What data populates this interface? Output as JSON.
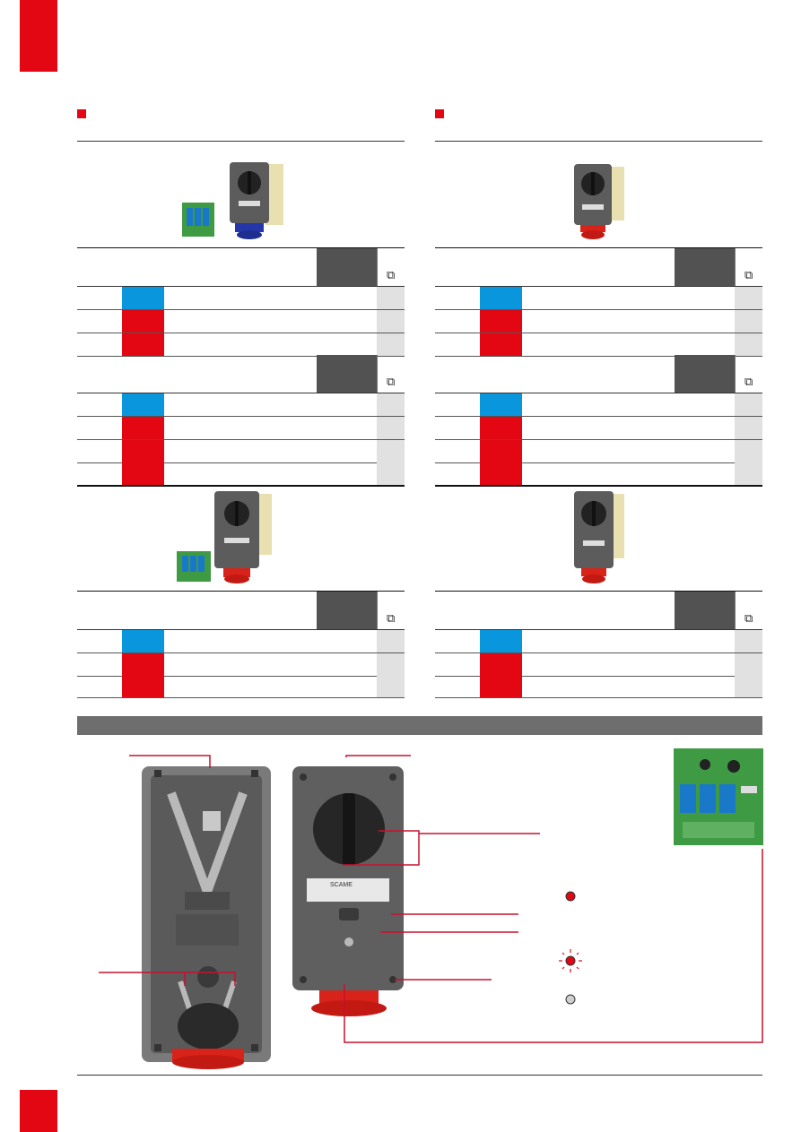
{
  "page": {
    "colors": {
      "brand_red": "#e30613",
      "socket_blue": "#0a96dc",
      "header_dark": "#525252",
      "cell_grey": "#e1e1e1",
      "band_grey": "#6e6e6e"
    }
  },
  "icons": {
    "ref_icon": "⧉",
    "indicator_red": "red-led-icon",
    "indicator_flash": "flashing-led-icon",
    "indicator_off": "grey-led-icon"
  },
  "left_column": {
    "tables": [
      {
        "rows": [
          "blue",
          "red",
          "red"
        ]
      },
      {
        "rows": [
          "blue",
          "red",
          "red",
          "red"
        ]
      },
      {
        "rows": [
          "blue",
          "red",
          "red"
        ]
      }
    ]
  },
  "right_column": {
    "tables": [
      {
        "rows": [
          "blue",
          "red",
          "red"
        ]
      },
      {
        "rows": [
          "blue",
          "red",
          "red",
          "red"
        ]
      },
      {
        "rows": [
          "blue",
          "red",
          "red"
        ]
      }
    ]
  },
  "diagram": {
    "brand_label": "SCAME"
  }
}
